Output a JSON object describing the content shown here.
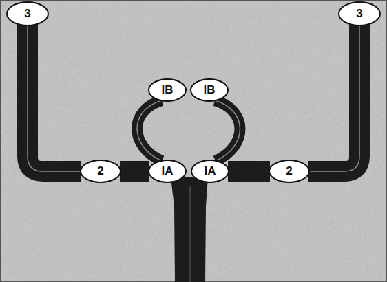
{
  "diagram": {
    "nodes": [
      {
        "text": [
          "3"
        ]
      },
      {
        "text": [
          "3"
        ]
      },
      {
        "text": [
          "IB"
        ]
      },
      {
        "text": [
          "IB"
        ]
      },
      {
        "text": [
          "2"
        ]
      },
      {
        "text": [
          "IA"
        ]
      },
      {
        "text": [
          "IA"
        ]
      },
      {
        "text": [
          "2"
        ]
      }
    ],
    "edges": [
      {
        "from": 4,
        "to": 5,
        "arrow": "none"
      },
      {
        "from": 6,
        "to": 7,
        "arrow": "none"
      },
      {
        "from": 5,
        "to": 2,
        "arrow": "none"
      },
      {
        "from": 3,
        "to": 6,
        "arrow": "none"
      },
      {
        "from": 4,
        "to": 0,
        "arrow": "none"
      },
      {
        "from": 7,
        "to": 1,
        "arrow": "none"
      }
    ]
  }
}
